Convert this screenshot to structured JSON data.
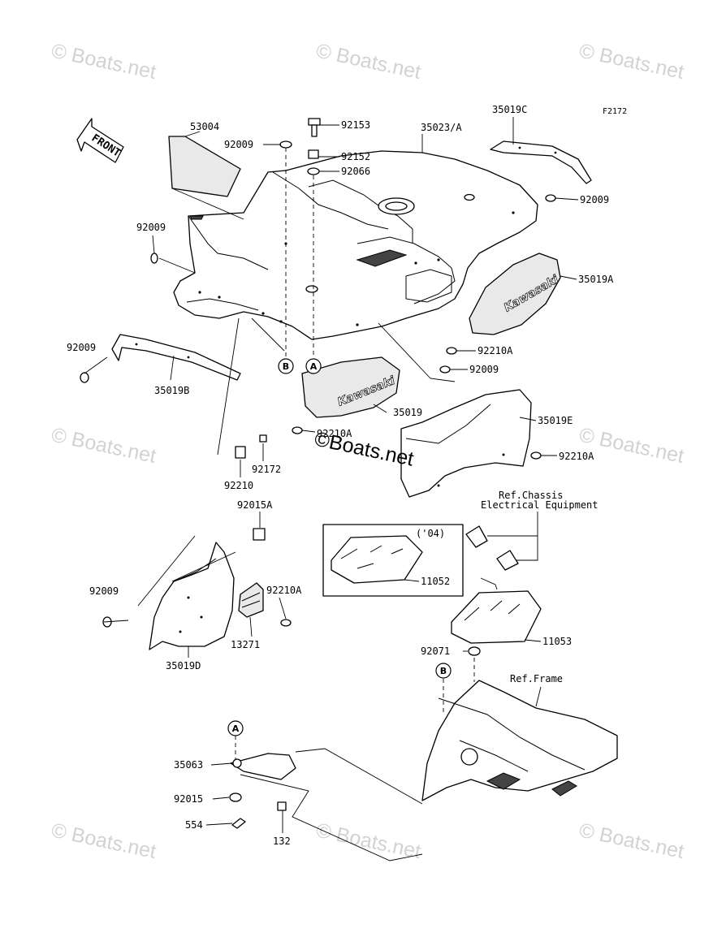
{
  "watermark": {
    "text": "© Boats.net",
    "center_text": "©Boats.net"
  },
  "figure_code": "F2172",
  "front_label": "FRONT",
  "callouts": {
    "a": "A",
    "b": "B"
  },
  "notes": {
    "year_04": "('04)",
    "ref_chassis_1": "Ref.Chassis",
    "ref_chassis_2": "Electrical Equipment",
    "ref_frame": "Ref.Frame"
  },
  "parts": {
    "p53004": "53004",
    "p92009_top": "92009",
    "p92153": "92153",
    "p92152": "92152",
    "p92066": "92066",
    "p35023A": "35023/A",
    "p35019C": "35019C",
    "p92009_right": "92009",
    "p92009_left": "92009",
    "p35019A": "35019A",
    "p92009_lower_left": "92009",
    "p92210A_right": "92210A",
    "p92009_mid": "92009",
    "p35019B": "35019B",
    "p35019": "35019",
    "p92210A_mid": "92210A",
    "p35019E": "35019E",
    "p92172": "92172",
    "p92210": "92210",
    "p92210A_far": "92210A",
    "p92015A": "92015A",
    "p92009_flap": "92009",
    "p92210A_flap": "92210A",
    "p13271": "13271",
    "p35019D": "35019D",
    "p11052": "11052",
    "p11053": "11053",
    "p92071": "92071",
    "p35063": "35063",
    "p92015": "92015",
    "p554": "554",
    "p132": "132"
  },
  "colors": {
    "line": "#000000",
    "watermark": "#d2d2d2",
    "background": "#ffffff"
  }
}
